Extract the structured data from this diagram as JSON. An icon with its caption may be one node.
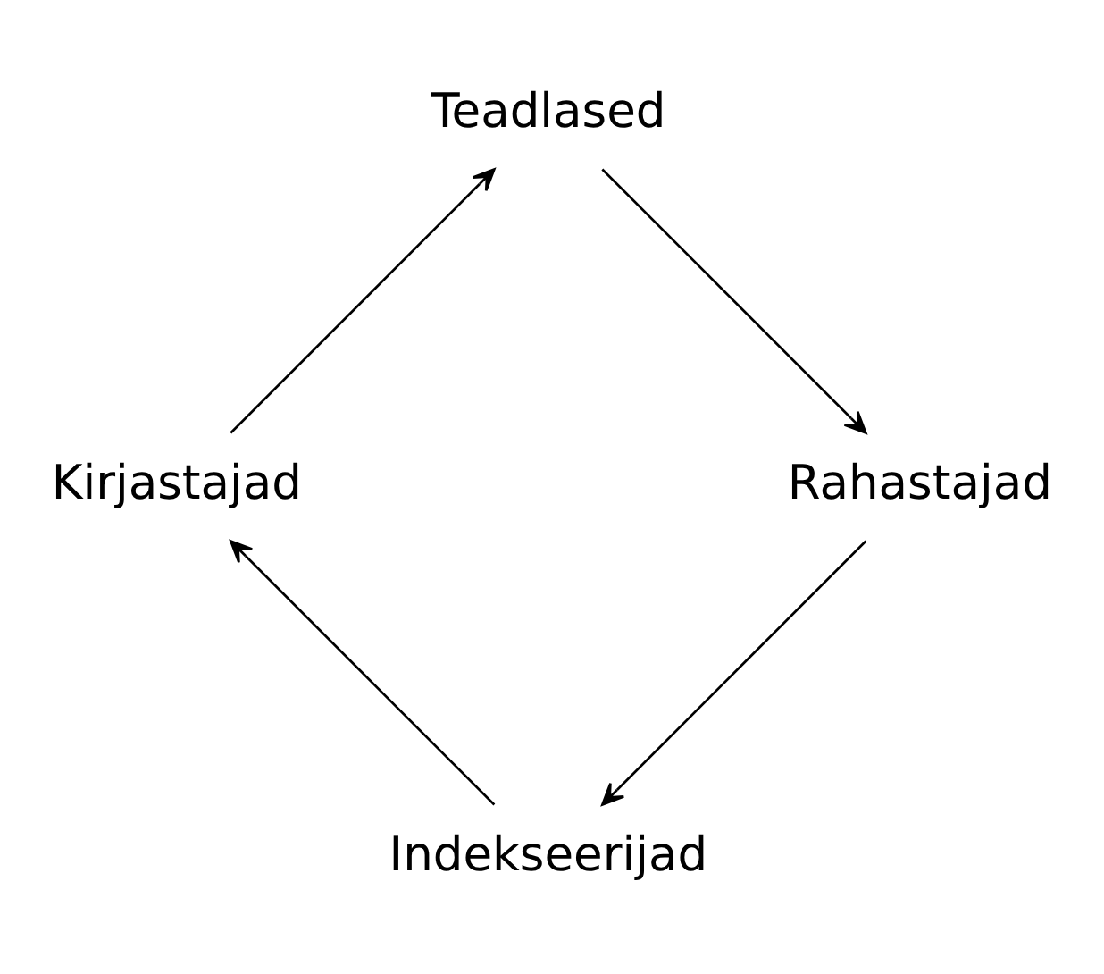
{
  "diagram": {
    "nodes": [
      {
        "text": [
          "Indekseerijad"
        ]
      },
      {
        "text": [
          "Kirjastajad"
        ]
      },
      {
        "text": [
          "Teadlased"
        ]
      },
      {
        "text": [
          "Rahastajad"
        ]
      }
    ],
    "edges": [
      {
        "from": 0,
        "to": 1,
        "arrow": "to"
      },
      {
        "from": 1,
        "to": 2,
        "arrow": "to"
      },
      {
        "from": 2,
        "to": 3,
        "arrow": "to"
      },
      {
        "from": 3,
        "to": 0,
        "arrow": "to"
      }
    ]
  }
}
